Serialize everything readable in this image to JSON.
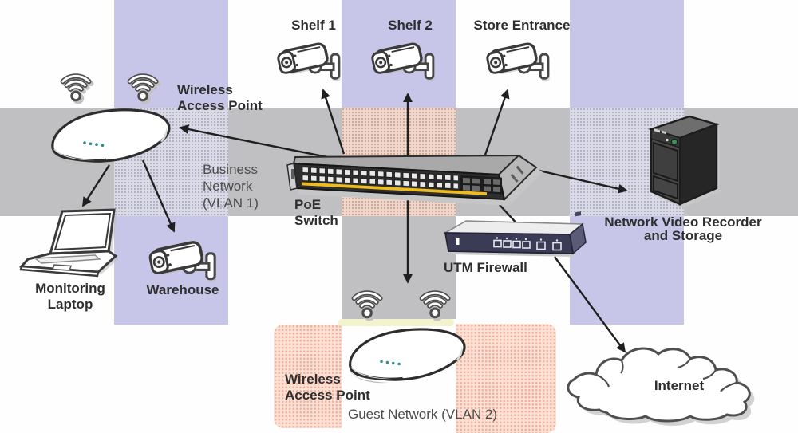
{
  "diagram": {
    "labels": {
      "shelf1": "Shelf 1",
      "shelf2": "Shelf 2",
      "store_entrance": "Store Entrance",
      "wap_business_line1": "Wireless",
      "wap_business_line2": "Access Point",
      "business_network_line1": "Business",
      "business_network_line2": "Network",
      "business_network_line3": "(VLAN 1)",
      "poe_line1": "PoE",
      "poe_line2": "Switch",
      "monitoring_line1": "Monitoring",
      "monitoring_line2": "Laptop",
      "warehouse": "Warehouse",
      "utm_firewall": "UTM Firewall",
      "nvr_line1": "Network Video Recorder",
      "nvr_line2": "and Storage",
      "internet": "Internet",
      "wap_guest_line1": "Wireless",
      "wap_guest_line2": "Access Point",
      "guest_network": "Guest Network (VLAN 2)"
    },
    "zones": {
      "business_vlan": "Business Network (VLAN 1)",
      "guest_vlan": "Guest Network (VLAN 2)"
    },
    "palette": {
      "lavender_cell": "#c8c6e8",
      "gray_cell": "#c0bfc1",
      "pink_cell": "#f6c9b8",
      "pale_yellow_strip": "#f4f3cf",
      "arrow_color": "#1f1f1f",
      "label_color": "#2e2e2e",
      "secondary_label_color": "#4b4b4b",
      "switch_port_stripe": "#eebc1e",
      "ap_led_teal": "#2e8f8f",
      "nvr_power_green": "#3f8f5f"
    },
    "icons": [
      "wifi-icon",
      "camera-icon",
      "access-point-icon",
      "laptop-icon",
      "poe-switch-icon",
      "utm-firewall-icon",
      "nvr-icon",
      "internet-cloud-icon"
    ]
  }
}
